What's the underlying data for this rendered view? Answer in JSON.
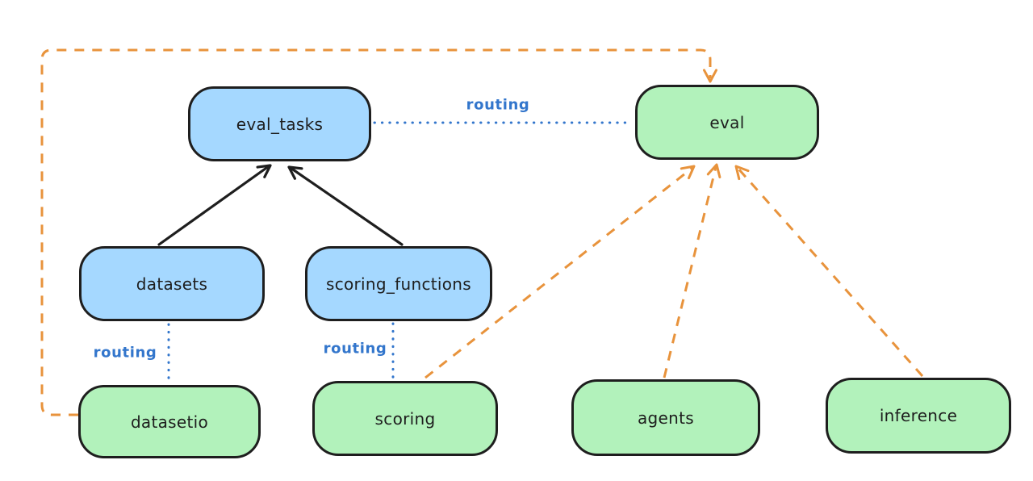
{
  "diagram": {
    "nodes": [
      {
        "id": "eval_tasks",
        "label": "eval_tasks",
        "color": "blue"
      },
      {
        "id": "eval",
        "label": "eval",
        "color": "green"
      },
      {
        "id": "datasets",
        "label": "datasets",
        "color": "blue"
      },
      {
        "id": "scoring_functions",
        "label": "scoring_functions",
        "color": "blue"
      },
      {
        "id": "datasetio",
        "label": "datasetio",
        "color": "green"
      },
      {
        "id": "scoring",
        "label": "scoring",
        "color": "green"
      },
      {
        "id": "agents",
        "label": "agents",
        "color": "green"
      },
      {
        "id": "inference",
        "label": "inference",
        "color": "green"
      }
    ],
    "edges": [
      {
        "from": "datasets",
        "to": "eval_tasks",
        "style": "solid-black-arrow",
        "label": ""
      },
      {
        "from": "scoring_functions",
        "to": "eval_tasks",
        "style": "solid-black-arrow",
        "label": ""
      },
      {
        "from": "eval_tasks",
        "to": "eval",
        "style": "dotted-blue",
        "label": "routing"
      },
      {
        "from": "datasets",
        "to": "datasetio",
        "style": "dotted-blue",
        "label": "routing"
      },
      {
        "from": "scoring_functions",
        "to": "scoring",
        "style": "dotted-blue",
        "label": "routing"
      },
      {
        "from": "datasetio",
        "to": "eval",
        "style": "dashed-orange-arrow",
        "label": ""
      },
      {
        "from": "scoring",
        "to": "eval",
        "style": "dashed-orange-arrow",
        "label": ""
      },
      {
        "from": "agents",
        "to": "eval",
        "style": "dashed-orange-arrow",
        "label": ""
      },
      {
        "from": "inference",
        "to": "eval",
        "style": "dashed-orange-arrow",
        "label": ""
      }
    ]
  },
  "colors": {
    "node-blue-fill": "#a5d8ff",
    "node-green-fill": "#b2f2bb",
    "stroke-dark": "#1e1e1e",
    "edge-blue": "#3376cc",
    "edge-orange": "#e8933c",
    "background": "#ffffff"
  }
}
